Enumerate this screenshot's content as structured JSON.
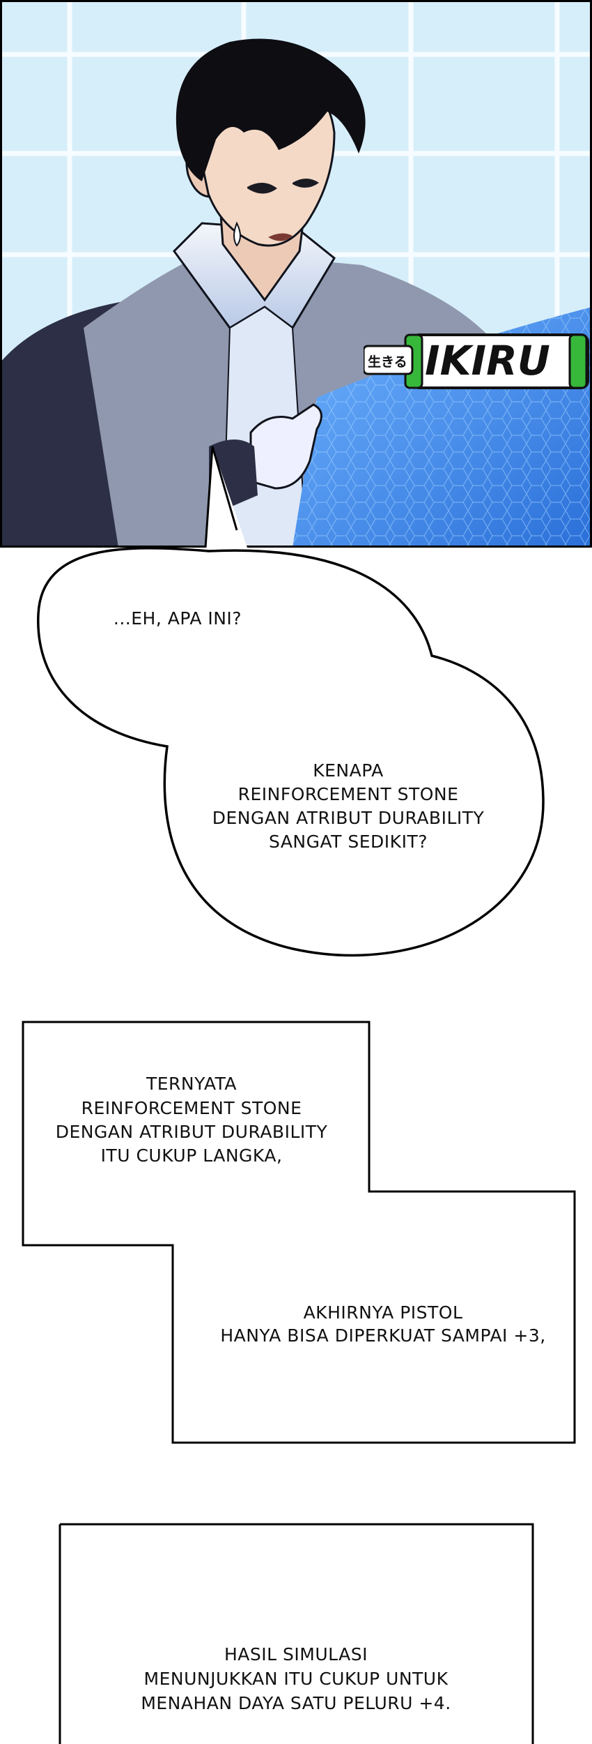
{
  "watermark": {
    "brand": "IKIRU",
    "brand_kana": "生きる"
  },
  "bubble_1": {
    "line_1": "...EH, APA INI?",
    "line_2": "KENAPA",
    "line_3": "REINFORCEMENT STONE",
    "line_4": "DENGAN ATRIBUT DURABILITY",
    "line_5": "SANGAT SEDIKIT?"
  },
  "box_1": {
    "line_1": "TERNYATA",
    "line_2": "REINFORCEMENT STONE",
    "line_3": "DENGAN ATRIBUT DURABILITY",
    "line_4": "ITU CUKUP LANGKA,"
  },
  "box_2": {
    "line_1": "AKHIRNYA PISTOL",
    "line_2": "HANYA BISA DIPERKUAT SAMPAI +3,"
  },
  "box_3": {
    "line_1": "HASIL SIMULASI",
    "line_2": "MENUNJUKKAN ITU CUKUP UNTUK",
    "line_3": "MENAHAN DAYA SATU PELURU +4."
  },
  "colors": {
    "tile_bg": "#d8f0fb",
    "tile_grout": "#f4fbfe",
    "hair": "#0d0d12",
    "skin": "#f3d9c6",
    "shirt": "#e8eef6",
    "vest": "#8f95a8",
    "jacket": "#2c2f45",
    "screen": "#4a8ff0",
    "logo_green": "#37b83b"
  }
}
